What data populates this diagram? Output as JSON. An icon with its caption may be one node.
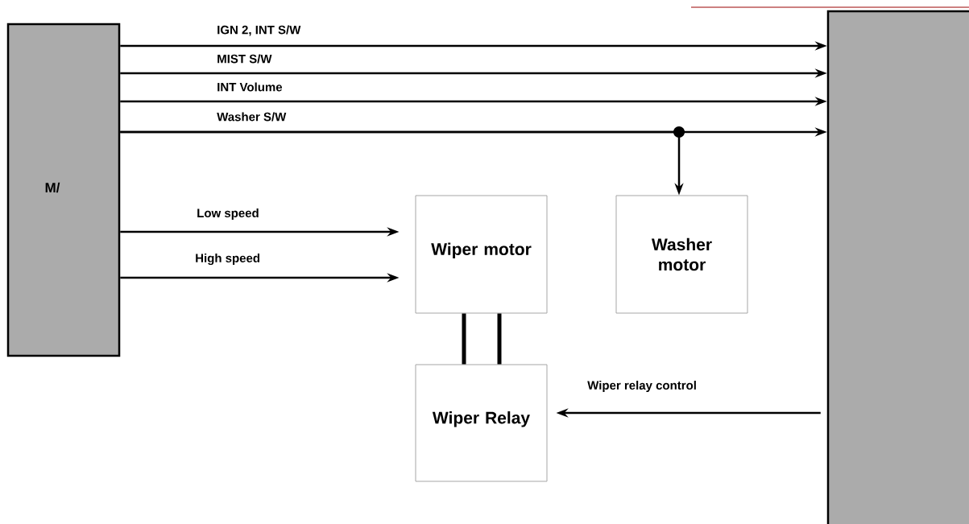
{
  "diagram": {
    "nodes": [
      {
        "text": [
          "M/"
        ]
      },
      {
        "text": [],
        "shape": "box"
      },
      {
        "text": [
          "Wiper motor"
        ]
      },
      {
        "text": [
          "Washer motor"
        ]
      },
      {
        "text": [
          "Wiper Relay"
        ]
      }
    ],
    "edges": [
      {
        "from": 0,
        "to": 1,
        "arrow": "to",
        "label": "IGN 2, INT S/W"
      },
      {
        "from": 0,
        "to": 1,
        "arrow": "to",
        "label": "MIST S/W"
      },
      {
        "from": 0,
        "to": 1,
        "arrow": "to",
        "label": "INT Volume"
      },
      {
        "from": 0,
        "to": 1,
        "arrow": "to",
        "label": "Washer S/W"
      },
      {
        "from": 0,
        "to": 3,
        "arrow": "to"
      },
      {
        "from": 0,
        "to": 2,
        "arrow": "to",
        "label": "Low speed"
      },
      {
        "from": 0,
        "to": 2,
        "arrow": "to",
        "label": "High speed"
      },
      {
        "from": 2,
        "to": 4,
        "arrow": "none",
        "style": "thick"
      },
      {
        "from": 2,
        "to": 4,
        "arrow": "none",
        "style": "thick"
      },
      {
        "from": 1,
        "to": 4,
        "arrow": "to",
        "label": "Wiper relay control"
      }
    ]
  }
}
